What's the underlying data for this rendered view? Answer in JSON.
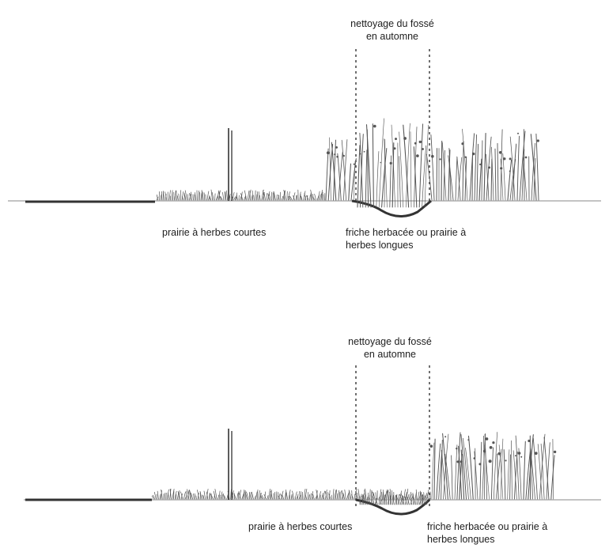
{
  "diagrams": [
    {
      "maintenance_label_line1": "nettoyage du fossé",
      "maintenance_label_line2": "en automne",
      "left_zone_label": "prairie à herbes courtes",
      "right_zone_label_line1": "friche herbacée ou prairie à",
      "right_zone_label_line2": "herbes longues"
    },
    {
      "maintenance_label_line1": "nettoyage du fossé",
      "maintenance_label_line2": "en automne",
      "left_zone_label": "prairie à herbes courtes",
      "right_zone_label_line1": "friche herbacée ou prairie à",
      "right_zone_label_line2": "herbes longues"
    }
  ],
  "colors": {
    "ink": "#2a2a2a",
    "grass": "#555555",
    "ground": "#3a3a3a"
  }
}
